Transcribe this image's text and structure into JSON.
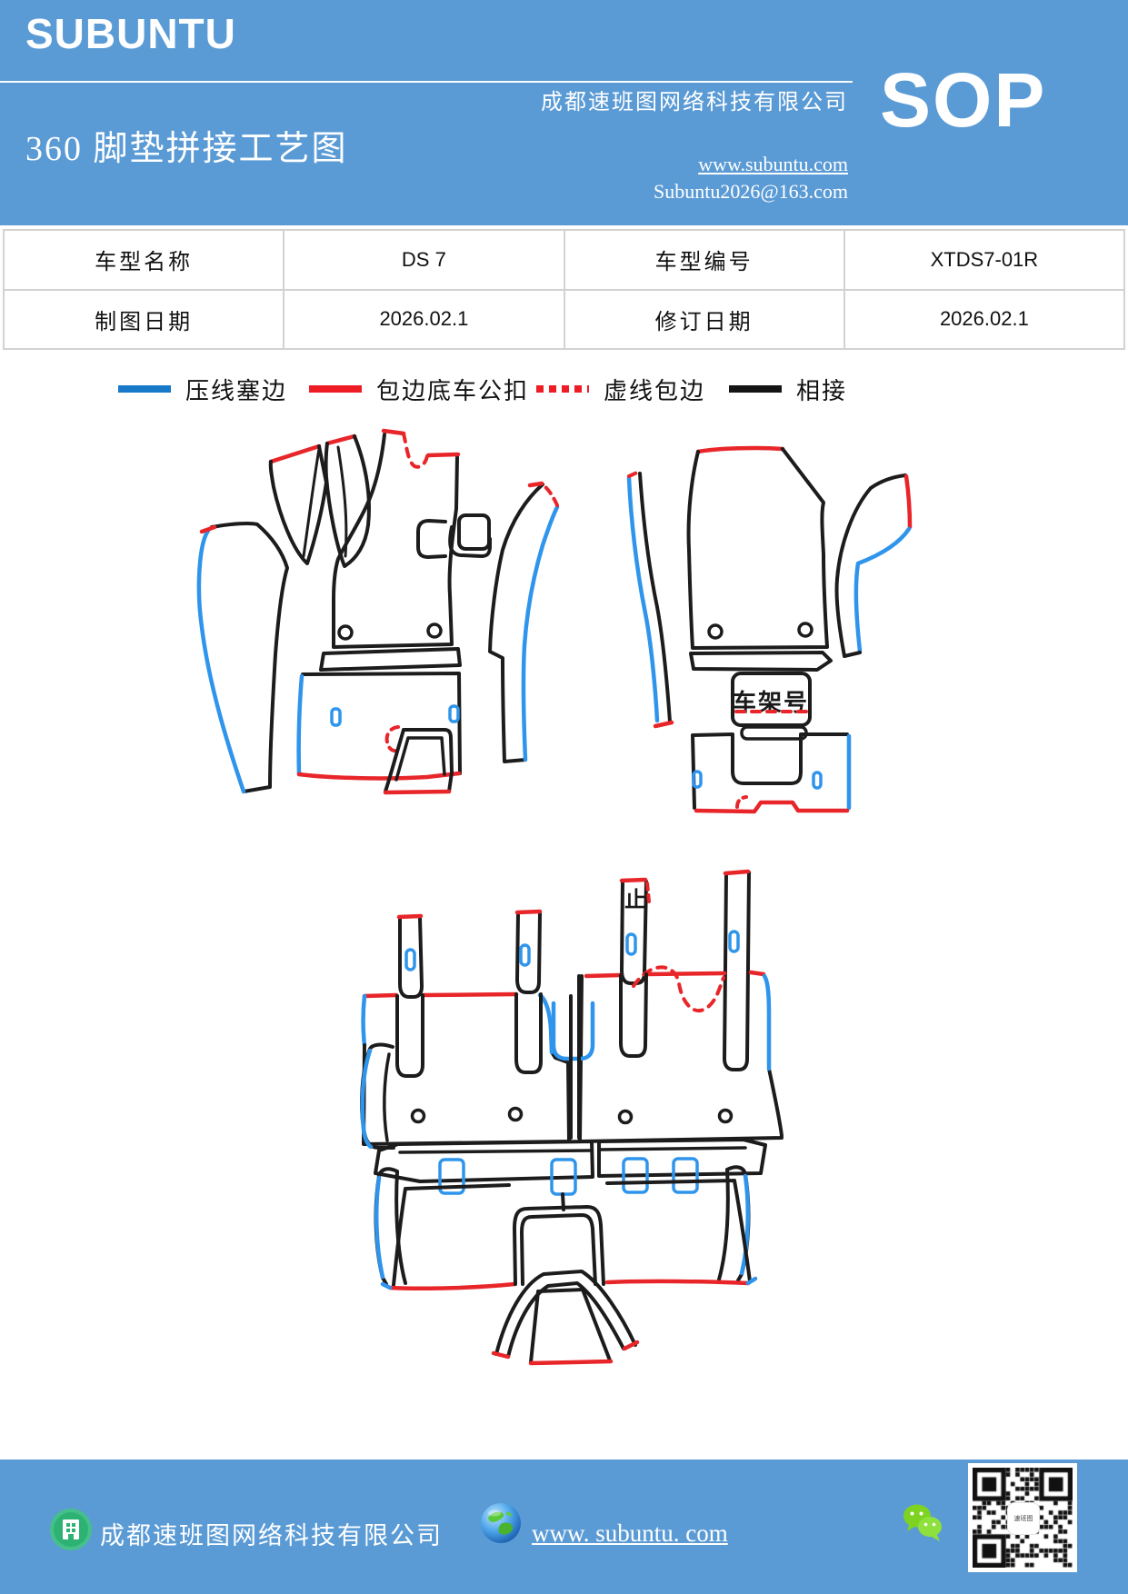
{
  "header": {
    "logo": "SUBUNTU",
    "title": "360 脚垫拼接工艺图",
    "company": "成都速班图网络科技有限公司",
    "website": "www.subuntu.com",
    "email": "Subuntu2026@163.com",
    "sop": "SOP"
  },
  "info_table": {
    "rows": [
      {
        "cells": [
          "车型名称",
          "DS 7",
          "车型编号",
          "XTDS7-01R"
        ]
      },
      {
        "cells": [
          "制图日期",
          "2026.02.1",
          "修订日期",
          "2026.02.1"
        ]
      }
    ]
  },
  "legend": {
    "items": [
      {
        "label": "压线塞边",
        "color": "#1779c8",
        "style": "solid"
      },
      {
        "label": "包边底车公扣",
        "color": "#ee1c25",
        "style": "solid"
      },
      {
        "label": "虚线包边",
        "color": "#ee1c25",
        "style": "dotted"
      },
      {
        "label": "相接",
        "color": "#141414",
        "style": "solid"
      }
    ]
  },
  "diagram": {
    "vin_label": "车架号",
    "stop_label": "止",
    "line_colors": {
      "black": "#1c1c1c",
      "blue": "#2f95ec",
      "red": "#e8262a"
    }
  },
  "footer": {
    "company": "成都速班图网络科技有限公司",
    "website": "www. subuntu. com",
    "qr_logo_text": "速班图"
  },
  "theme": {
    "band_blue": "#5b9bd5"
  }
}
